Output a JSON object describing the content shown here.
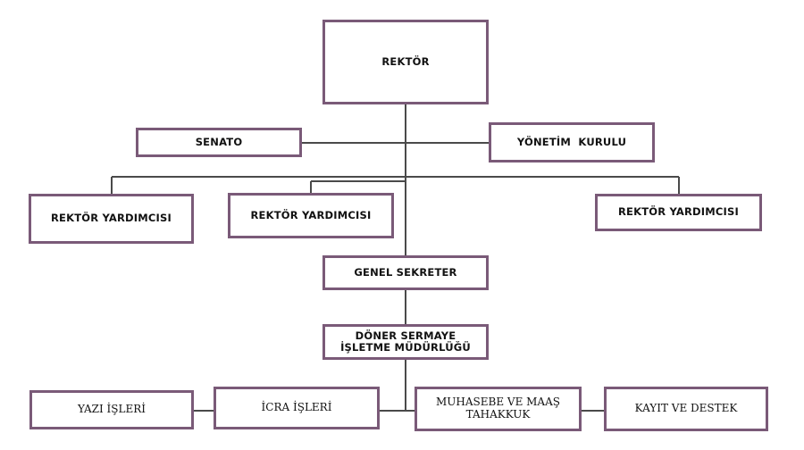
{
  "diagram": {
    "line_color": "#4a4a4a",
    "box_border_color": "#7a5a78",
    "nodes": {
      "rektor": "REKTÖR",
      "senato": "SENATO",
      "yonetim_kurulu": "YÖNETİM  KURULU",
      "rektor_yardimcisi_1": "REKTÖR YARDIMCISI",
      "rektor_yardimcisi_2": "REKTÖR YARDIMCISI",
      "rektor_yardimcisi_3": "REKTÖR YARDIMCISI",
      "genel_sekreter": "GENEL SEKRETER",
      "doner_sermaye": "DÖNER SERMAYE İŞLETME MÜDÜRLÜĞÜ",
      "yazi_isleri": "YAZI İŞLERİ",
      "icra_isleri": "İCRA İŞLERİ",
      "muhasebe": "MUHASEBE VE MAAŞ TAHAKKUK",
      "kayit_destek": "KAYIT VE DESTEK"
    }
  }
}
